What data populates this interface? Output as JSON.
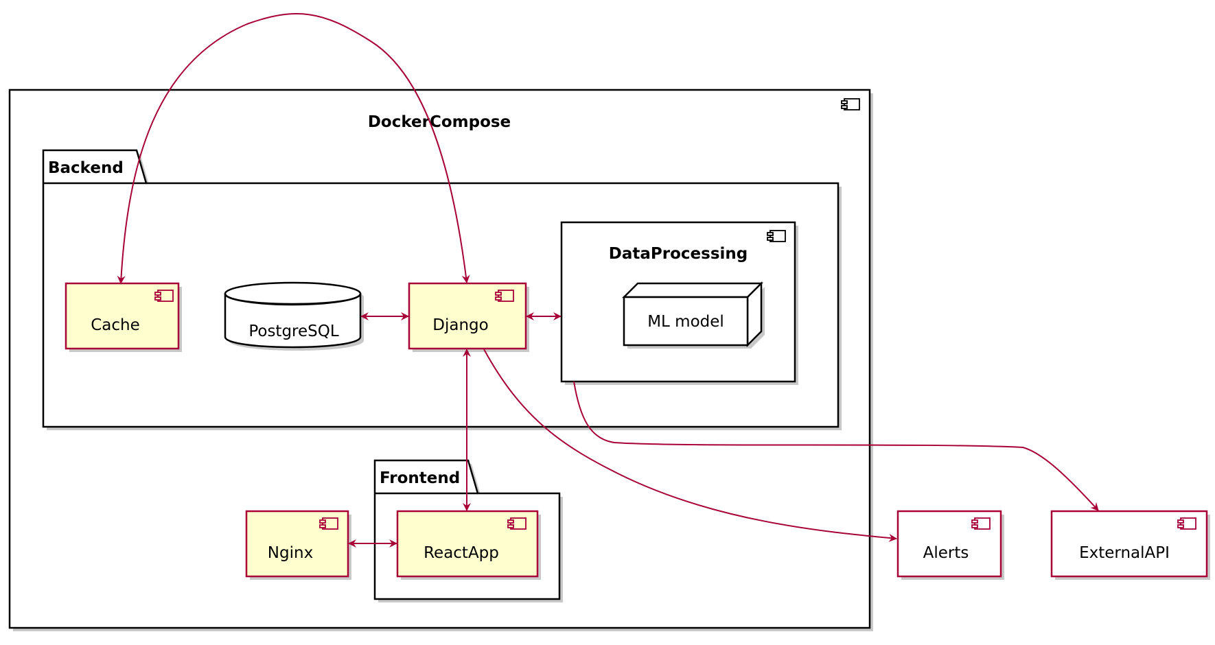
{
  "diagram": {
    "containers": {
      "docker_compose": "DockerCompose",
      "backend": "Backend",
      "frontend": "Frontend",
      "data_processing": "DataProcessing"
    },
    "components": {
      "cache": "Cache",
      "postgresql": "PostgreSQL",
      "django": "Django",
      "ml_model": "ML model",
      "nginx": "Nginx",
      "react_app": "ReactApp",
      "alerts": "Alerts",
      "external_api": "ExternalAPI"
    },
    "colors": {
      "component_fill": "#FEFECE",
      "component_border": "#A80036",
      "edge": "#A80036",
      "frame_border": "#000000"
    },
    "edges": [
      {
        "from": "Cache",
        "to": "Django",
        "direction": "both"
      },
      {
        "from": "PostgreSQL",
        "to": "Django",
        "direction": "both"
      },
      {
        "from": "Django",
        "to": "DataProcessing",
        "direction": "both"
      },
      {
        "from": "Django",
        "to": "ReactApp",
        "direction": "both"
      },
      {
        "from": "Nginx",
        "to": "ReactApp",
        "direction": "both"
      },
      {
        "from": "Django",
        "to": "Alerts",
        "direction": "forward"
      },
      {
        "from": "DataProcessing",
        "to": "ExternalAPI",
        "direction": "forward"
      }
    ]
  }
}
